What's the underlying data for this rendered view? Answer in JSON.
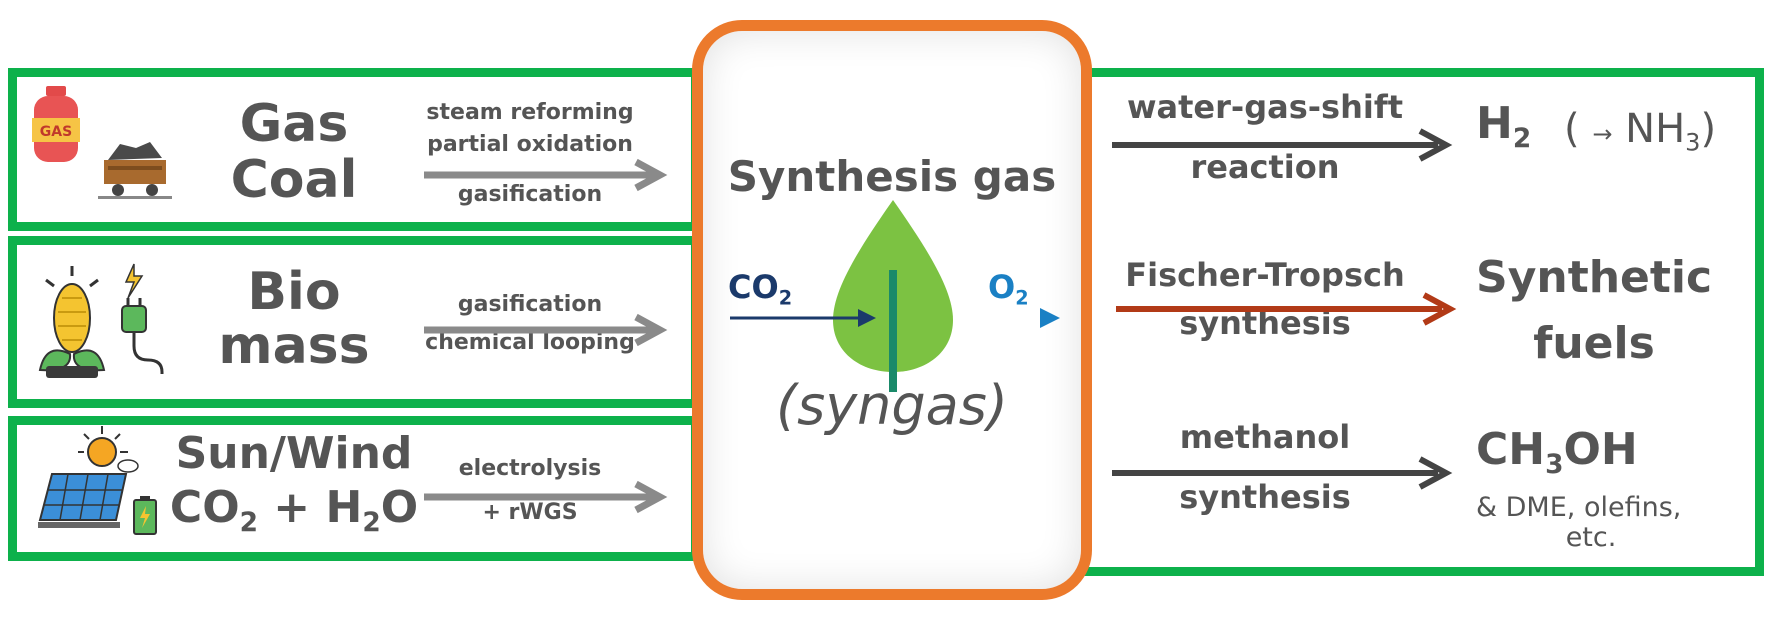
{
  "feedstocks": [
    {
      "title": [
        "Gas",
        "Coal"
      ],
      "processes": [
        "steam reforming",
        "partial oxidation",
        "gasification"
      ],
      "icons": [
        "gas-cylinder-icon",
        "coal-cart-icon"
      ]
    },
    {
      "title": [
        "Bio",
        "mass"
      ],
      "processes": [
        "gasification",
        "chemical looping"
      ],
      "icons": [
        "corn-plant-icon",
        "electric-plug-icon"
      ]
    },
    {
      "title_line1": "Sun/Wind",
      "title_line2": {
        "pre": "CO",
        "sub1": "2",
        "mid": " + H",
        "sub2": "2",
        "post": "O"
      },
      "processes": [
        "electrolysis",
        "+ rWGS"
      ],
      "icons": [
        "solar-panel-icon",
        "sun-icon",
        "battery-icon"
      ]
    }
  ],
  "center": {
    "title": "Synthesis gas",
    "subtitle": "(syngas)",
    "input": {
      "pre": "CO",
      "sub": "2"
    },
    "output": {
      "pre": "O",
      "sub": "2"
    },
    "icon": "leaf-icon"
  },
  "products": [
    {
      "process": [
        "water-gas-shift",
        "reaction"
      ],
      "product": {
        "main": "H",
        "sub": "2",
        "extra_pre": "( ",
        "extra_arrow": "→",
        "extra_main": " NH",
        "extra_sub": "3",
        "extra_post": ")"
      }
    },
    {
      "process": [
        "Fischer-Tropsch",
        "synthesis"
      ],
      "product_lines": [
        "Synthetic",
        "fuels"
      ]
    },
    {
      "process": [
        "methanol",
        "synthesis"
      ],
      "product": {
        "pre": "CH",
        "sub": "3",
        "post": "OH"
      },
      "note_lines": [
        "& DME, olefins,",
        "etc."
      ]
    }
  ],
  "colors": {
    "green_border": "#0db14b",
    "orange_border": "#ec7a2c",
    "text_gray": "#555555",
    "arrow_gray": "#8a8a8a",
    "arrow_dark": "#444444",
    "arrow_red": "#b23a17",
    "leaf_green": "#7cc242",
    "co2_navy": "#1b3a6b",
    "o2_blue": "#1a80c4"
  }
}
